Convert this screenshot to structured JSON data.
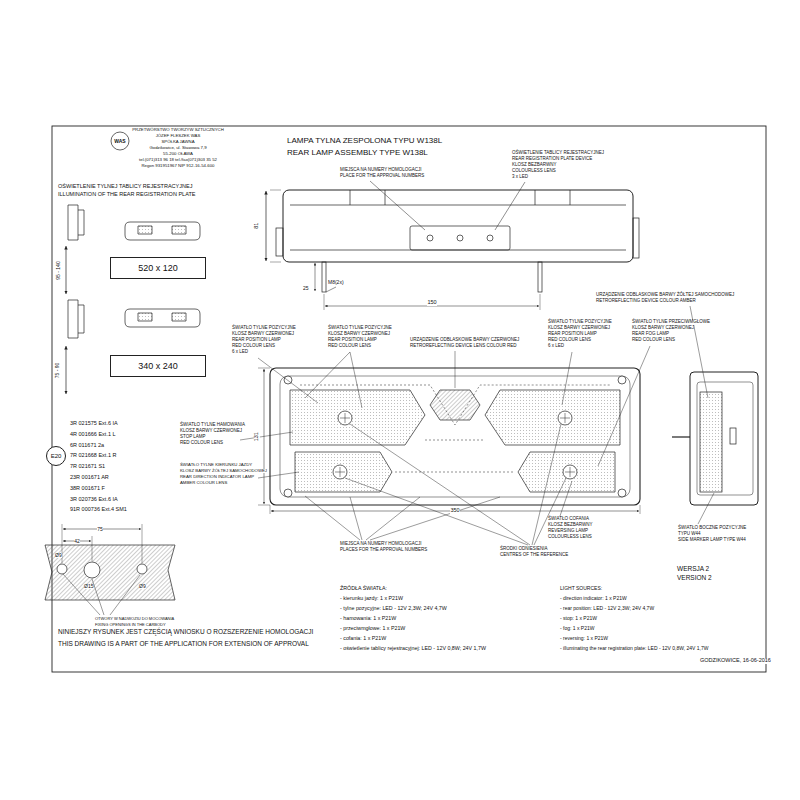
{
  "diagram": {
    "title": "LAMPA TYLNA ZESPOLONA TYPU W138L",
    "nodes": [
      {
        "text": [
          "520 x 120"
        ]
      },
      {
        "text": [
          "340 x 240"
        ]
      },
      {
        "text": [
          "E20"
        ]
      }
    ],
    "labels": [
      "PRZETWÓRSTWO TWORZYW SZTUCZNYCH",
      "JÓZEF FLESZEK WAS",
      "SPÓŁKA JAWNA",
      "Godzikowice, ul. Stawowa 7,9",
      "55-200  OŁAWA",
      "tel.(071)313 96 18  tel./fax(071)303 35 52",
      "Regon 931951967  NIP 912-16-54-600",
      "WAS",
      "REAR LAMP ASSEMBLY TYPE W138L",
      "MIEJSCA NA NUMERY HOMOLOGACJI",
      "PLACE FOR THE APPROVAL NUMBERS",
      "OŚWIETLENIE TABLICY REJESTRACYJNEJ",
      "REAR REGISTRATION PLATE DEVICE",
      "KLOSZ BEZBARWNY",
      "COLOURLESS LENS",
      "3 x LED",
      "OŚWIETLENIE TYLNEJ TABLICY REJESTRACYJNEJ",
      "ILLUMINATION OF THE REAR REGISTRATION PLATE",
      "95 - 140",
      "75 - 90",
      "81",
      "25",
      "M8(2x)",
      "150",
      "ŚWIATŁO TYLNE POZYCYJNE",
      "KLOSZ BARWY CZERWONEJ",
      "REAR POSITION LAMP",
      "RED COLOUR LENS",
      "6 x LED",
      "ŚWIATŁO TYLNE POZYCYJNE",
      "KLOSZ BARWY CZERWONEJ",
      "REAR POSITION LAMP",
      "RED COLOUR LENS",
      "URZĄDZENIE ODBLASKOWE BARWY CZERWONEJ",
      "RETROREFLECTING DEVICE LENS COLOUR RED",
      "ŚWIATŁO TYLNE POZYCYJNE",
      "KLOSZ BARWY CZERWONEJ",
      "REAR POSITION LAMP",
      "RED COLOUR LENS",
      "6 x LED",
      "ŚWIATŁO TYLNE PRZECIWMGŁOWE",
      "KLOSZ BARWY CZERWONEJ",
      "REAR FOG LAMP",
      "RED COLOUR LENS",
      "URZĄDZENIE ODBLASKOWE BARWY ŻÓŁTEJ SAMOCHODOWEJ",
      "RETROREFLECTING DEVICE COLOUR AMBER",
      "ŚWIATŁO TYLNE HAMOWANIA",
      "KLOSZ BARWY CZERWONEJ",
      "STOP LAMP",
      "RED COLOUR LENS",
      "ŚWIATŁO TYLNE KIERUNKU JAZDY",
      "KLOSZ BARWY ŻÓŁTEJ SAMOCHODOWEJ",
      "REAR DIRECTION INDICATOR LAMP",
      "AMBER COLOUR LENS",
      "3R 021575 Ext.6 IA",
      "4R 001666 Ext.1 L",
      "6R 011671 2a",
      "7R 021668 Ext.1 R",
      "7R 021671 S1",
      "23R 001671 AR",
      "38R 001671 F",
      "3R 020736 Ext.6 IA",
      "91R 000736 Ext.4 SM1",
      "75",
      "42",
      "Ø9",
      "Ø15",
      "Ø9",
      "OTWORY W NADWOZIU DO MOCOWANIA",
      "FIXING OPENINGS IN THE CARBODY",
      "131",
      "350",
      "MIEJSCA NA NUMERY HOMOLOGACJI",
      "PLACES FOR THE APPROVAL NUMBERS",
      "ŚRODKI ODNIESIENIA",
      "CENTRES OF THE REFERENCE",
      "ŚWIATŁO COFANIA",
      "KLOSZ BEZBARWNY",
      "REVERSING LAMP",
      "COLOURLESS LENS",
      "ŚWIATŁO BOCZNE POZYCYJNE",
      "TYPU W44",
      "SIDE MARKER LAMP  TYPE W44",
      "WERSJA 2",
      "VERSION 2",
      "ŹRÓDŁA ŚWIATŁA:",
      "- kierunku jazdy: 1 x P21W",
      "- tylne pozycyjne: LED - 12V 2,3W;   24V 4,7W",
      "- hamowania: 1 x P21W",
      "- przeciwmgłowe: 1 x P21W",
      "- cofania: 1 x P21W",
      "- oświetlenie tablicy rejestracyjnej: LED - 12V 0,8W;  24V 1,7W",
      "LIGHT SOURCES:",
      "- direction indicator: 1 x P21W",
      "- rear position: LED - 12V 2,3W;   24V 4,7W",
      "- stop: 1 x P21W",
      "- fog: 1 x P21W",
      "- reversing: 1 x P21W",
      "- illuminating the rear registration plate: LED - 12V 0,8W,  24V 1,7W",
      "NINIEJSZY RYSUNEK JEST CZĘŚCIĄ  WNIOSKU O  ROZSZERZENIE HOMOLOGACJI",
      "THIS DRAWING IS A PART OF THE APPLICATION FOR EXTENSION OF  APPROVAL",
      "GODZIKOWICE,  16-06-2016"
    ]
  }
}
